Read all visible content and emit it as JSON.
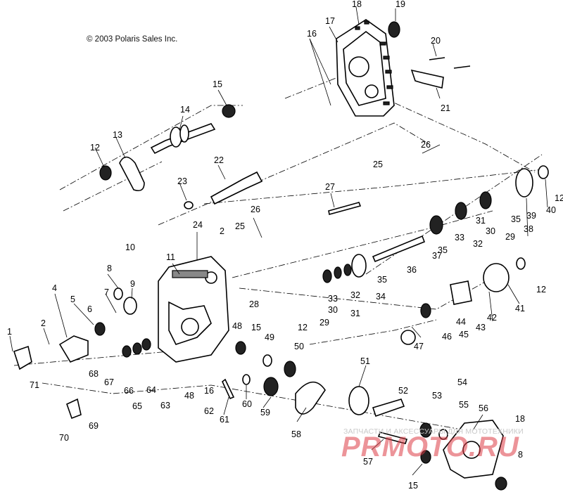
{
  "copyright": "© 2003 Polaris Sales Inc.",
  "watermark": {
    "line": "ЗАПЧАСТИ И АКСЕССУАРЫ ДЛЯ МОТОТЕХНИКИ",
    "logo": "PRMOTO.RU",
    "color": "#dc3c46"
  },
  "callouts": [
    "1",
    "2",
    "2",
    "4",
    "5",
    "6",
    "7",
    "8",
    "9",
    "10",
    "11",
    "12",
    "12",
    "12",
    "12",
    "13",
    "14",
    "15",
    "15",
    "15",
    "16",
    "16",
    "17",
    "18",
    "18",
    "19",
    "20",
    "21",
    "22",
    "23",
    "24",
    "25",
    "25",
    "26",
    "26",
    "27",
    "28",
    "29",
    "29",
    "30",
    "30",
    "31",
    "31",
    "32",
    "32",
    "33",
    "33",
    "34",
    "35",
    "35",
    "35",
    "36",
    "37",
    "38",
    "39",
    "40",
    "41",
    "42",
    "43",
    "44",
    "45",
    "46",
    "47",
    "48",
    "48",
    "49",
    "50",
    "51",
    "52",
    "53",
    "54",
    "55",
    "56",
    "57",
    "58",
    "59",
    "60",
    "61",
    "62",
    "63",
    "64",
    "65",
    "66",
    "67",
    "68",
    "69",
    "70",
    "71",
    "8"
  ]
}
